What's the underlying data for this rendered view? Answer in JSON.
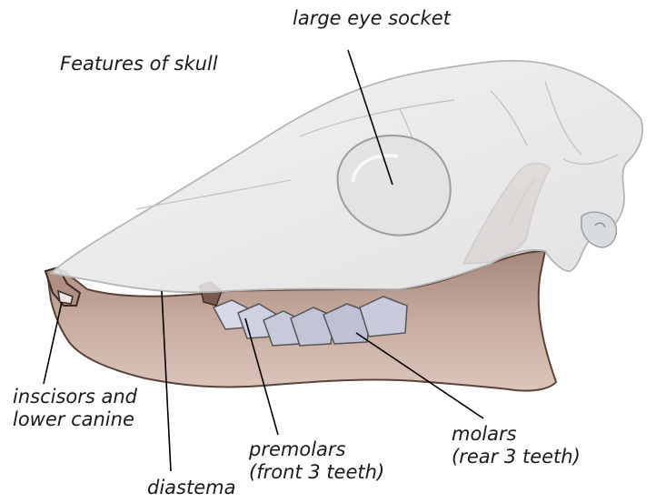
{
  "diagram": {
    "title": "Features of skull",
    "labels": {
      "eye_socket": "large eye socket",
      "incisors_line1": "inscisors and",
      "incisors_line2": "lower canine",
      "premolars_line1": "premolars",
      "premolars_line2": "(front 3 teeth)",
      "molars_line1": "molars",
      "molars_line2": "(rear 3 teeth)",
      "diastema": "diastema"
    },
    "colors": {
      "skull": "#e9e9e9",
      "skull_outline": "#b9b9b9",
      "jaw": "#c9a99c",
      "jaw_dark": "#8a6a5e",
      "teeth": "#c7c8dc",
      "leader_line": "#000000"
    }
  }
}
